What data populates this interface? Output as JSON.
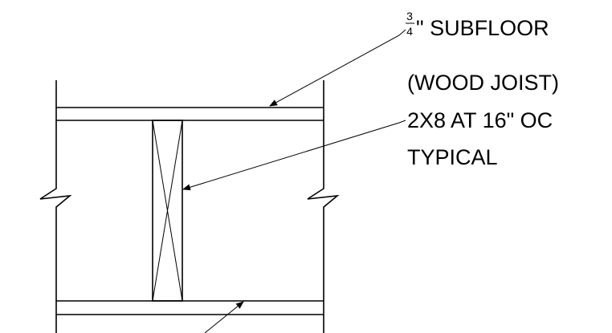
{
  "labels": {
    "subfloor_numerator": "3",
    "subfloor_denominator": "4",
    "subfloor_text": "\" SUBFLOOR",
    "joist_line1": "(WOOD JOIST)",
    "joist_line2": "2X8 AT 16\" OC",
    "joist_line3": "TYPICAL"
  },
  "colors": {
    "line": "#000000",
    "background": "#ffffff"
  }
}
